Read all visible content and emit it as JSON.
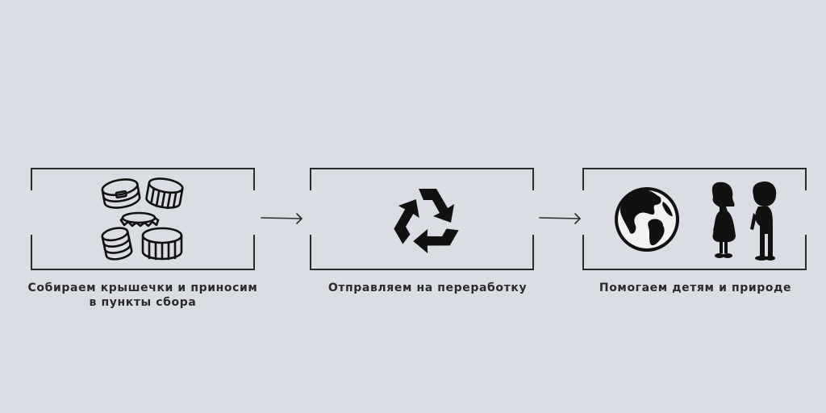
{
  "steps": [
    {
      "label_line1": "Собираем крышечки и приносим",
      "label_line2": "в пункты сбора",
      "icon": "bottle-caps-icon"
    },
    {
      "label": "Отправляем на переработку",
      "icon": "recycle-icon"
    },
    {
      "label": "Помогаем детям и природе",
      "icon": "globe-and-children-icon"
    }
  ],
  "colors": {
    "background": "#dadde4",
    "ink": "#2b2b2b",
    "icon": "#111111"
  }
}
